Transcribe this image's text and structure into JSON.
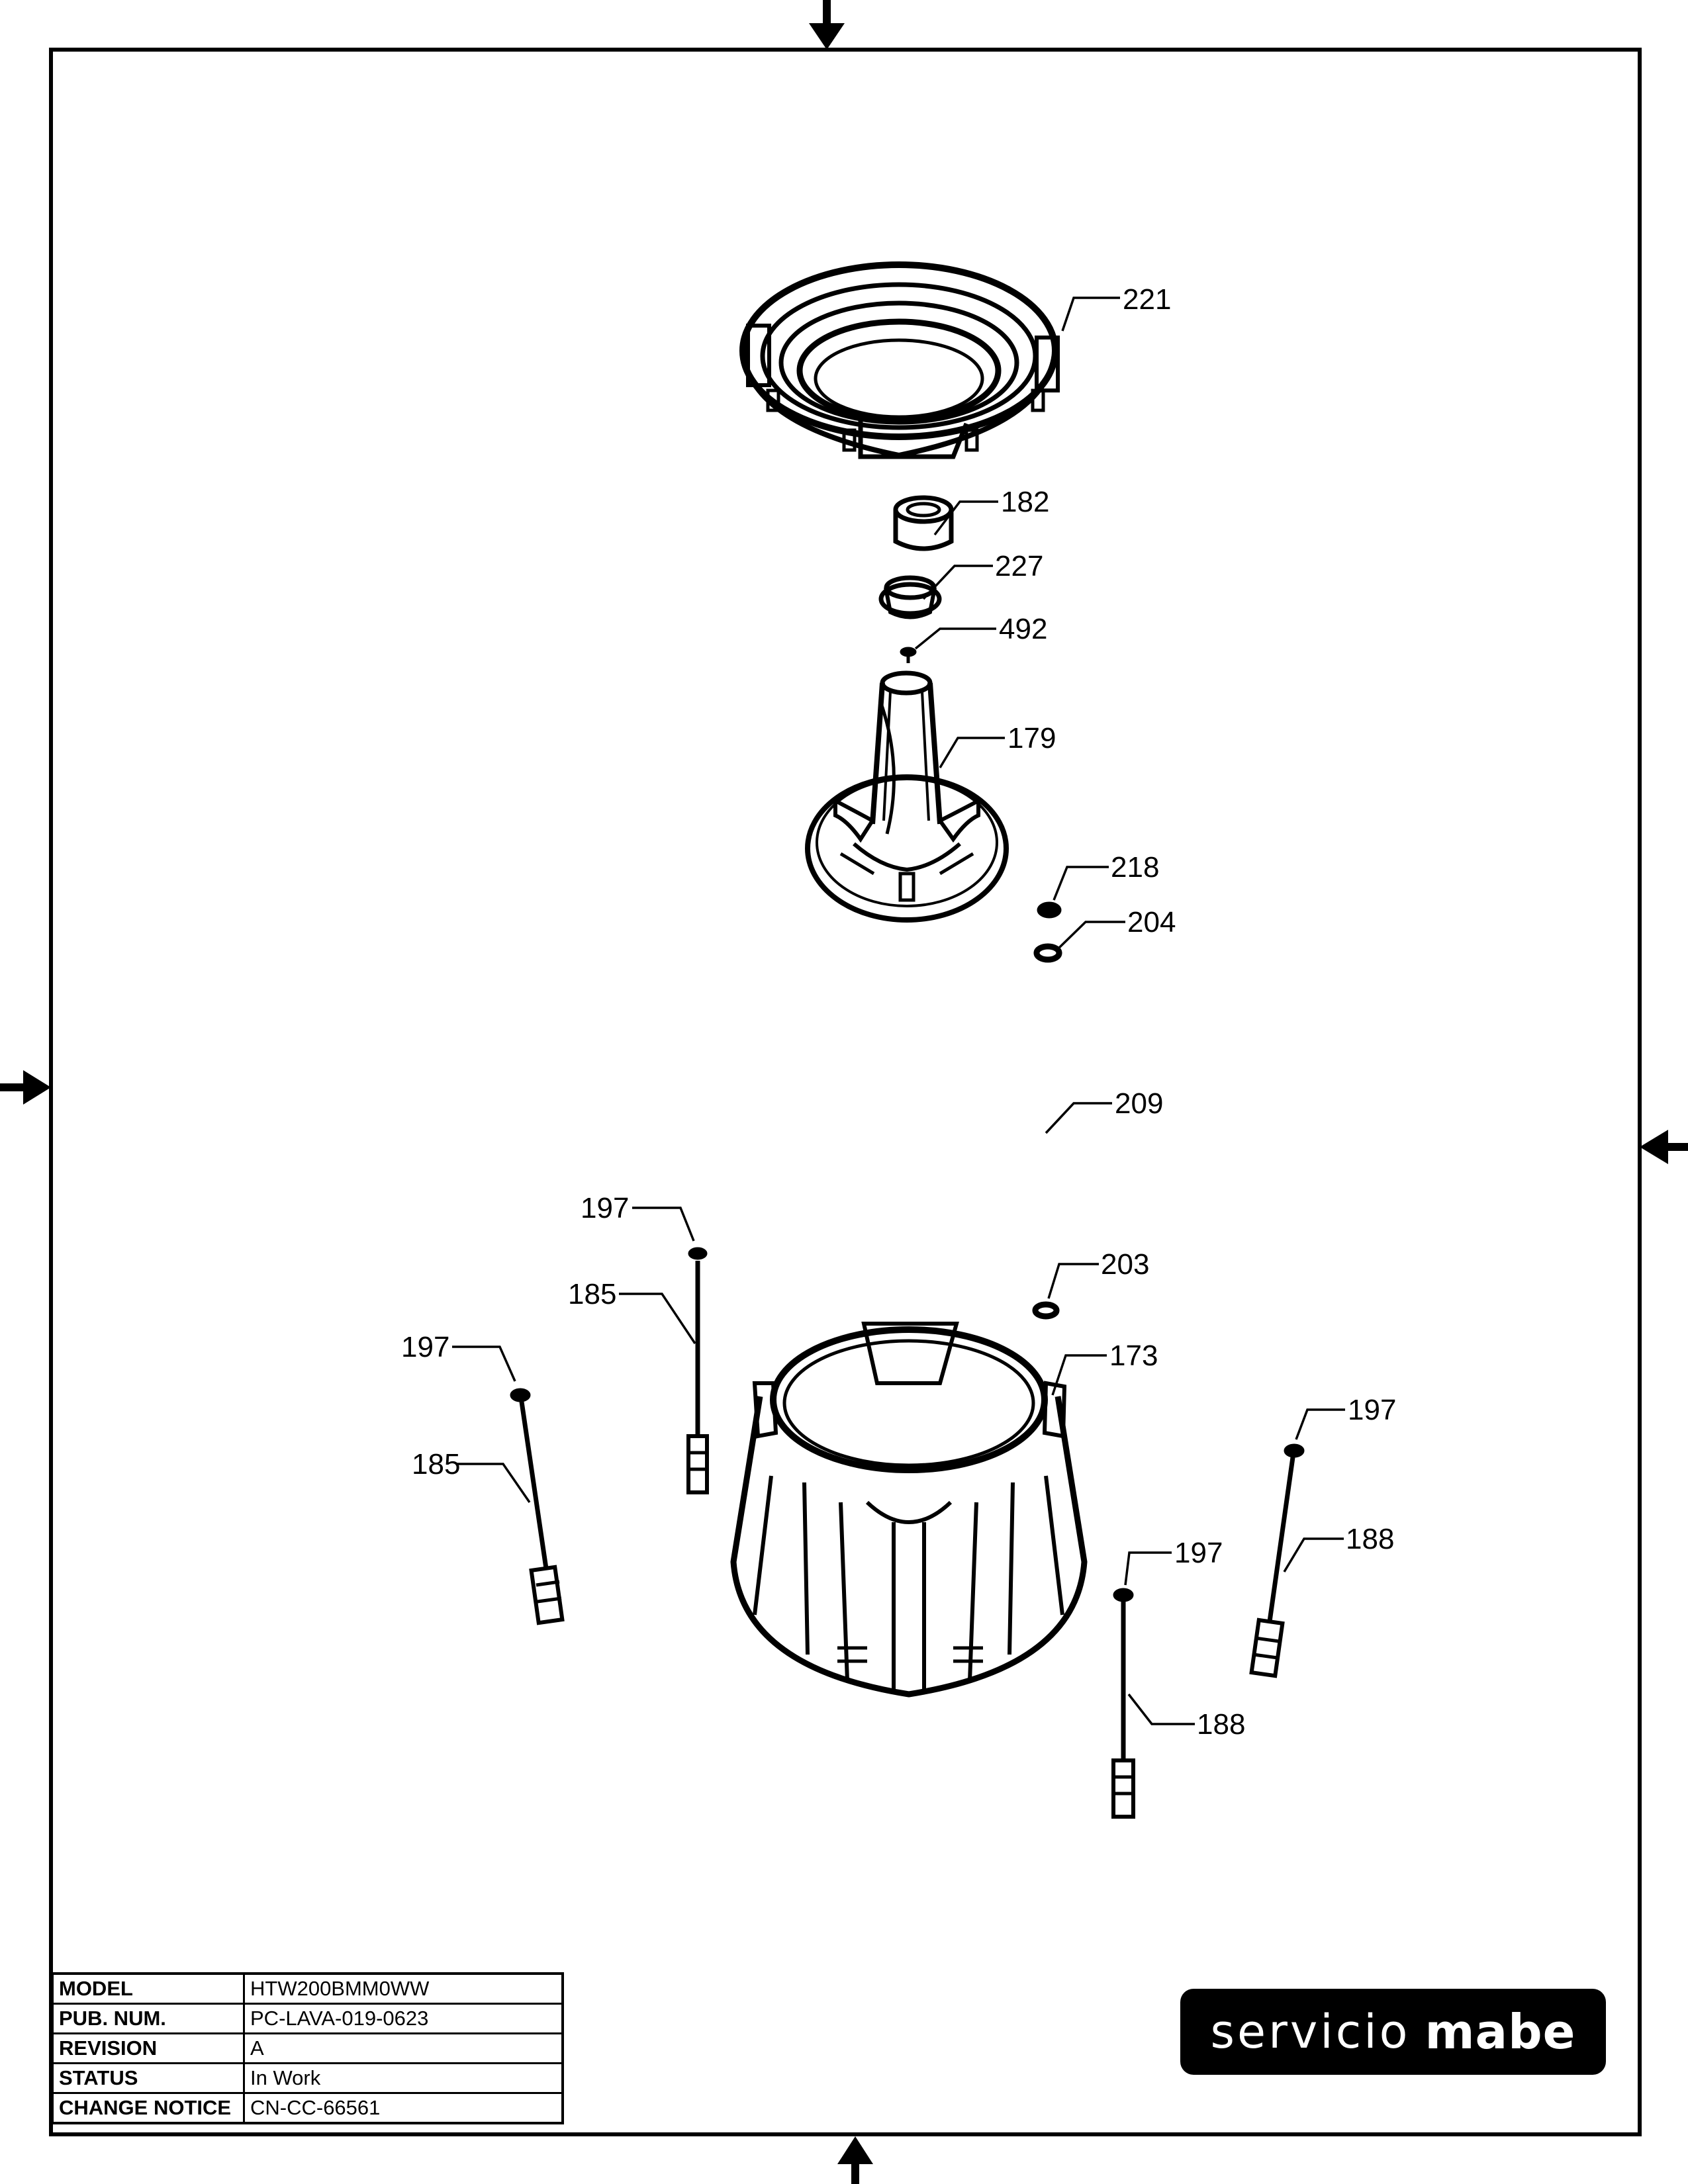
{
  "callouts": [
    "221",
    "182",
    "227",
    "492",
    "179",
    "218",
    "204",
    "209",
    "197",
    "185",
    "203",
    "173",
    "197",
    "185",
    "197",
    "188",
    "197",
    "188"
  ],
  "info_table": [
    {
      "key": "MODEL",
      "value": "HTW200BMM0WW"
    },
    {
      "key": "PUB. NUM.",
      "value": "PC-LAVA-019-0623"
    },
    {
      "key": "REVISION",
      "value": "A"
    },
    {
      "key": "STATUS",
      "value": "In Work"
    },
    {
      "key": "CHANGE NOTICE",
      "value": "CN-CC-66561"
    }
  ],
  "brand": {
    "word1": "servicio",
    "word2": "mabe"
  }
}
